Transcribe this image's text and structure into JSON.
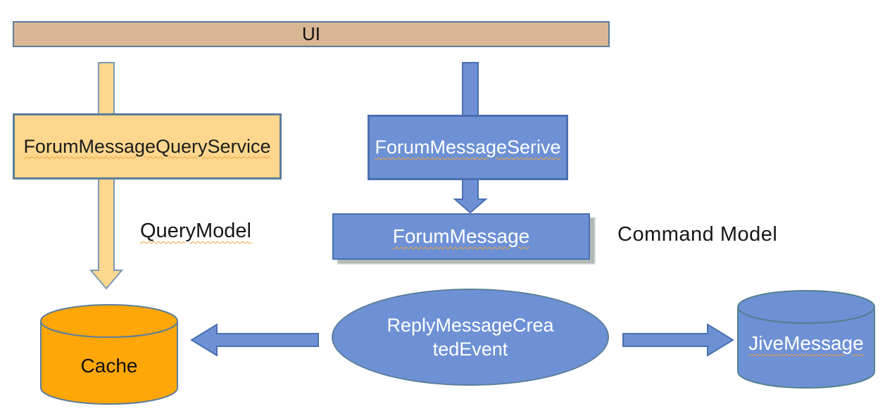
{
  "diagram": {
    "ui_bar": {
      "label": "UI"
    },
    "query_side": {
      "service_box_label": "ForumMessageQueryService",
      "model_label": "QueryModel",
      "cache_db_label": "Cache"
    },
    "command_side": {
      "service_box_label": "ForumMessageSerive",
      "aggregate_box_label": "ForumMessage",
      "model_label": "Command Model",
      "event_label_line1": "ReplyMessageCrea",
      "event_label_line2": "tedEvent",
      "jive_db_label": "JiveMessage"
    }
  },
  "colors": {
    "ui_bar_fill": "#d9b795",
    "query_fill": "#fdd78e",
    "command_fill": "#6e91d5",
    "cache_fill": "#ffa608",
    "slate_border": "#5c7e99",
    "blue_border": "#4a70b0",
    "teal_border": "#54808e",
    "yellow_arrow_border": "#7a99b4",
    "underline": "#efa23c"
  }
}
